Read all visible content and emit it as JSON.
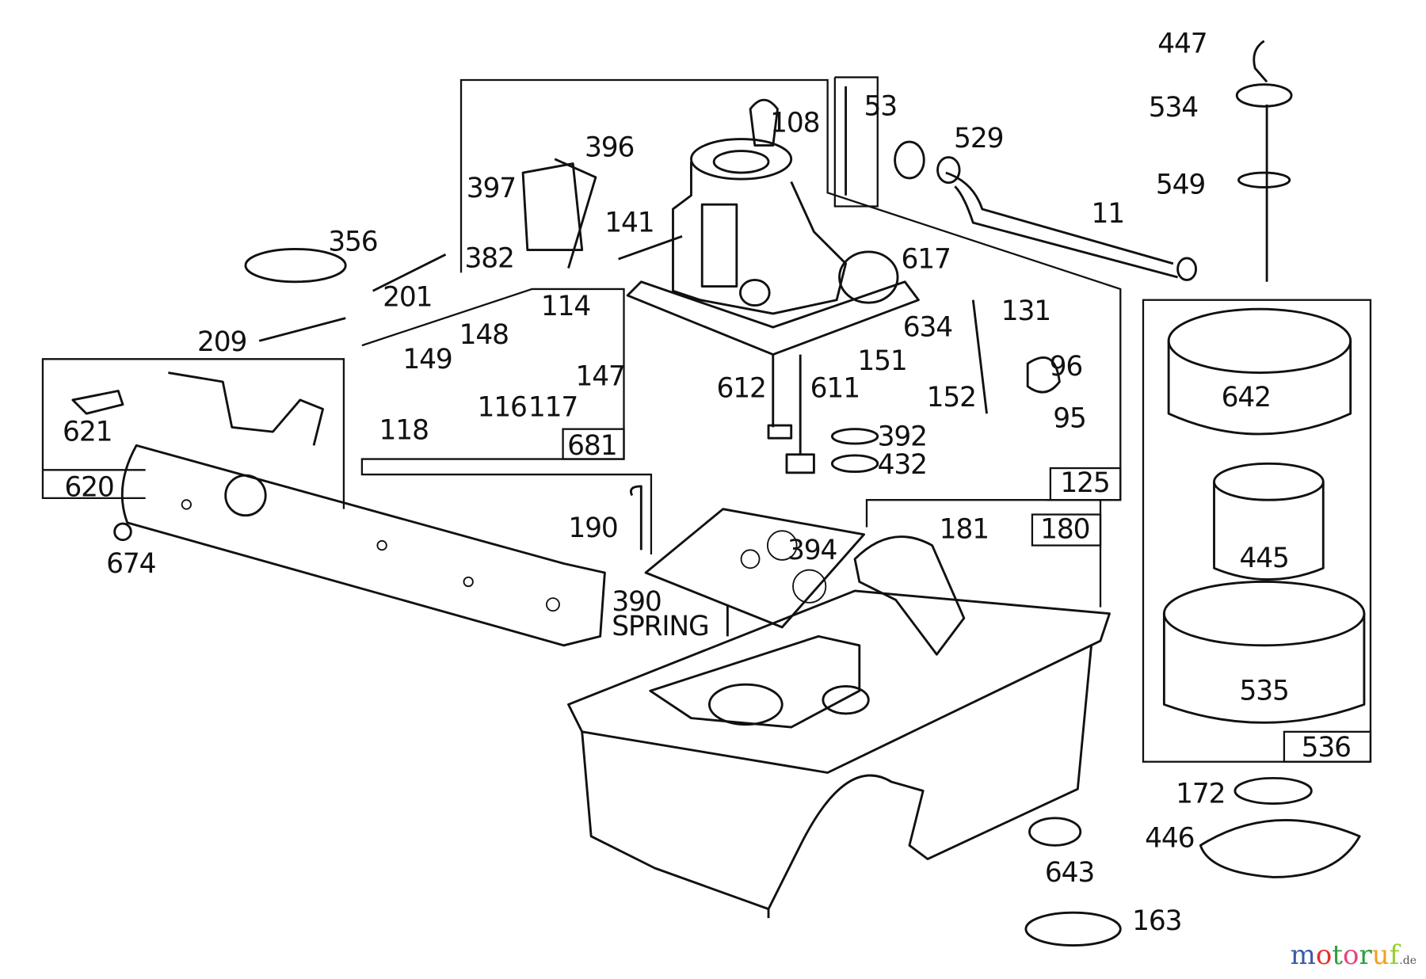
{
  "diagram": {
    "part_labels": [
      "447",
      "534",
      "549",
      "53",
      "108",
      "529",
      "396",
      "397",
      "11",
      "141",
      "356",
      "382",
      "617",
      "201",
      "114",
      "131",
      "634",
      "148",
      "209",
      "149",
      "147",
      "151",
      "96",
      "612",
      "611",
      "116",
      "117",
      "152",
      "95",
      "118",
      "621",
      "642",
      "392",
      "432",
      "190",
      "181",
      "394",
      "445",
      "674",
      "390",
      "SPRING",
      "535",
      "172",
      "446",
      "643",
      "163"
    ],
    "group_labels": [
      "681",
      "125",
      "620",
      "180",
      "536"
    ]
  },
  "watermark": {
    "text": "motoruf",
    "suffix": ".de",
    "colors": [
      "#3b5ba5",
      "#e0342b",
      "#2e9e3e",
      "#e6457e",
      "#2e9e3e",
      "#f0a020",
      "#9acd32"
    ]
  }
}
